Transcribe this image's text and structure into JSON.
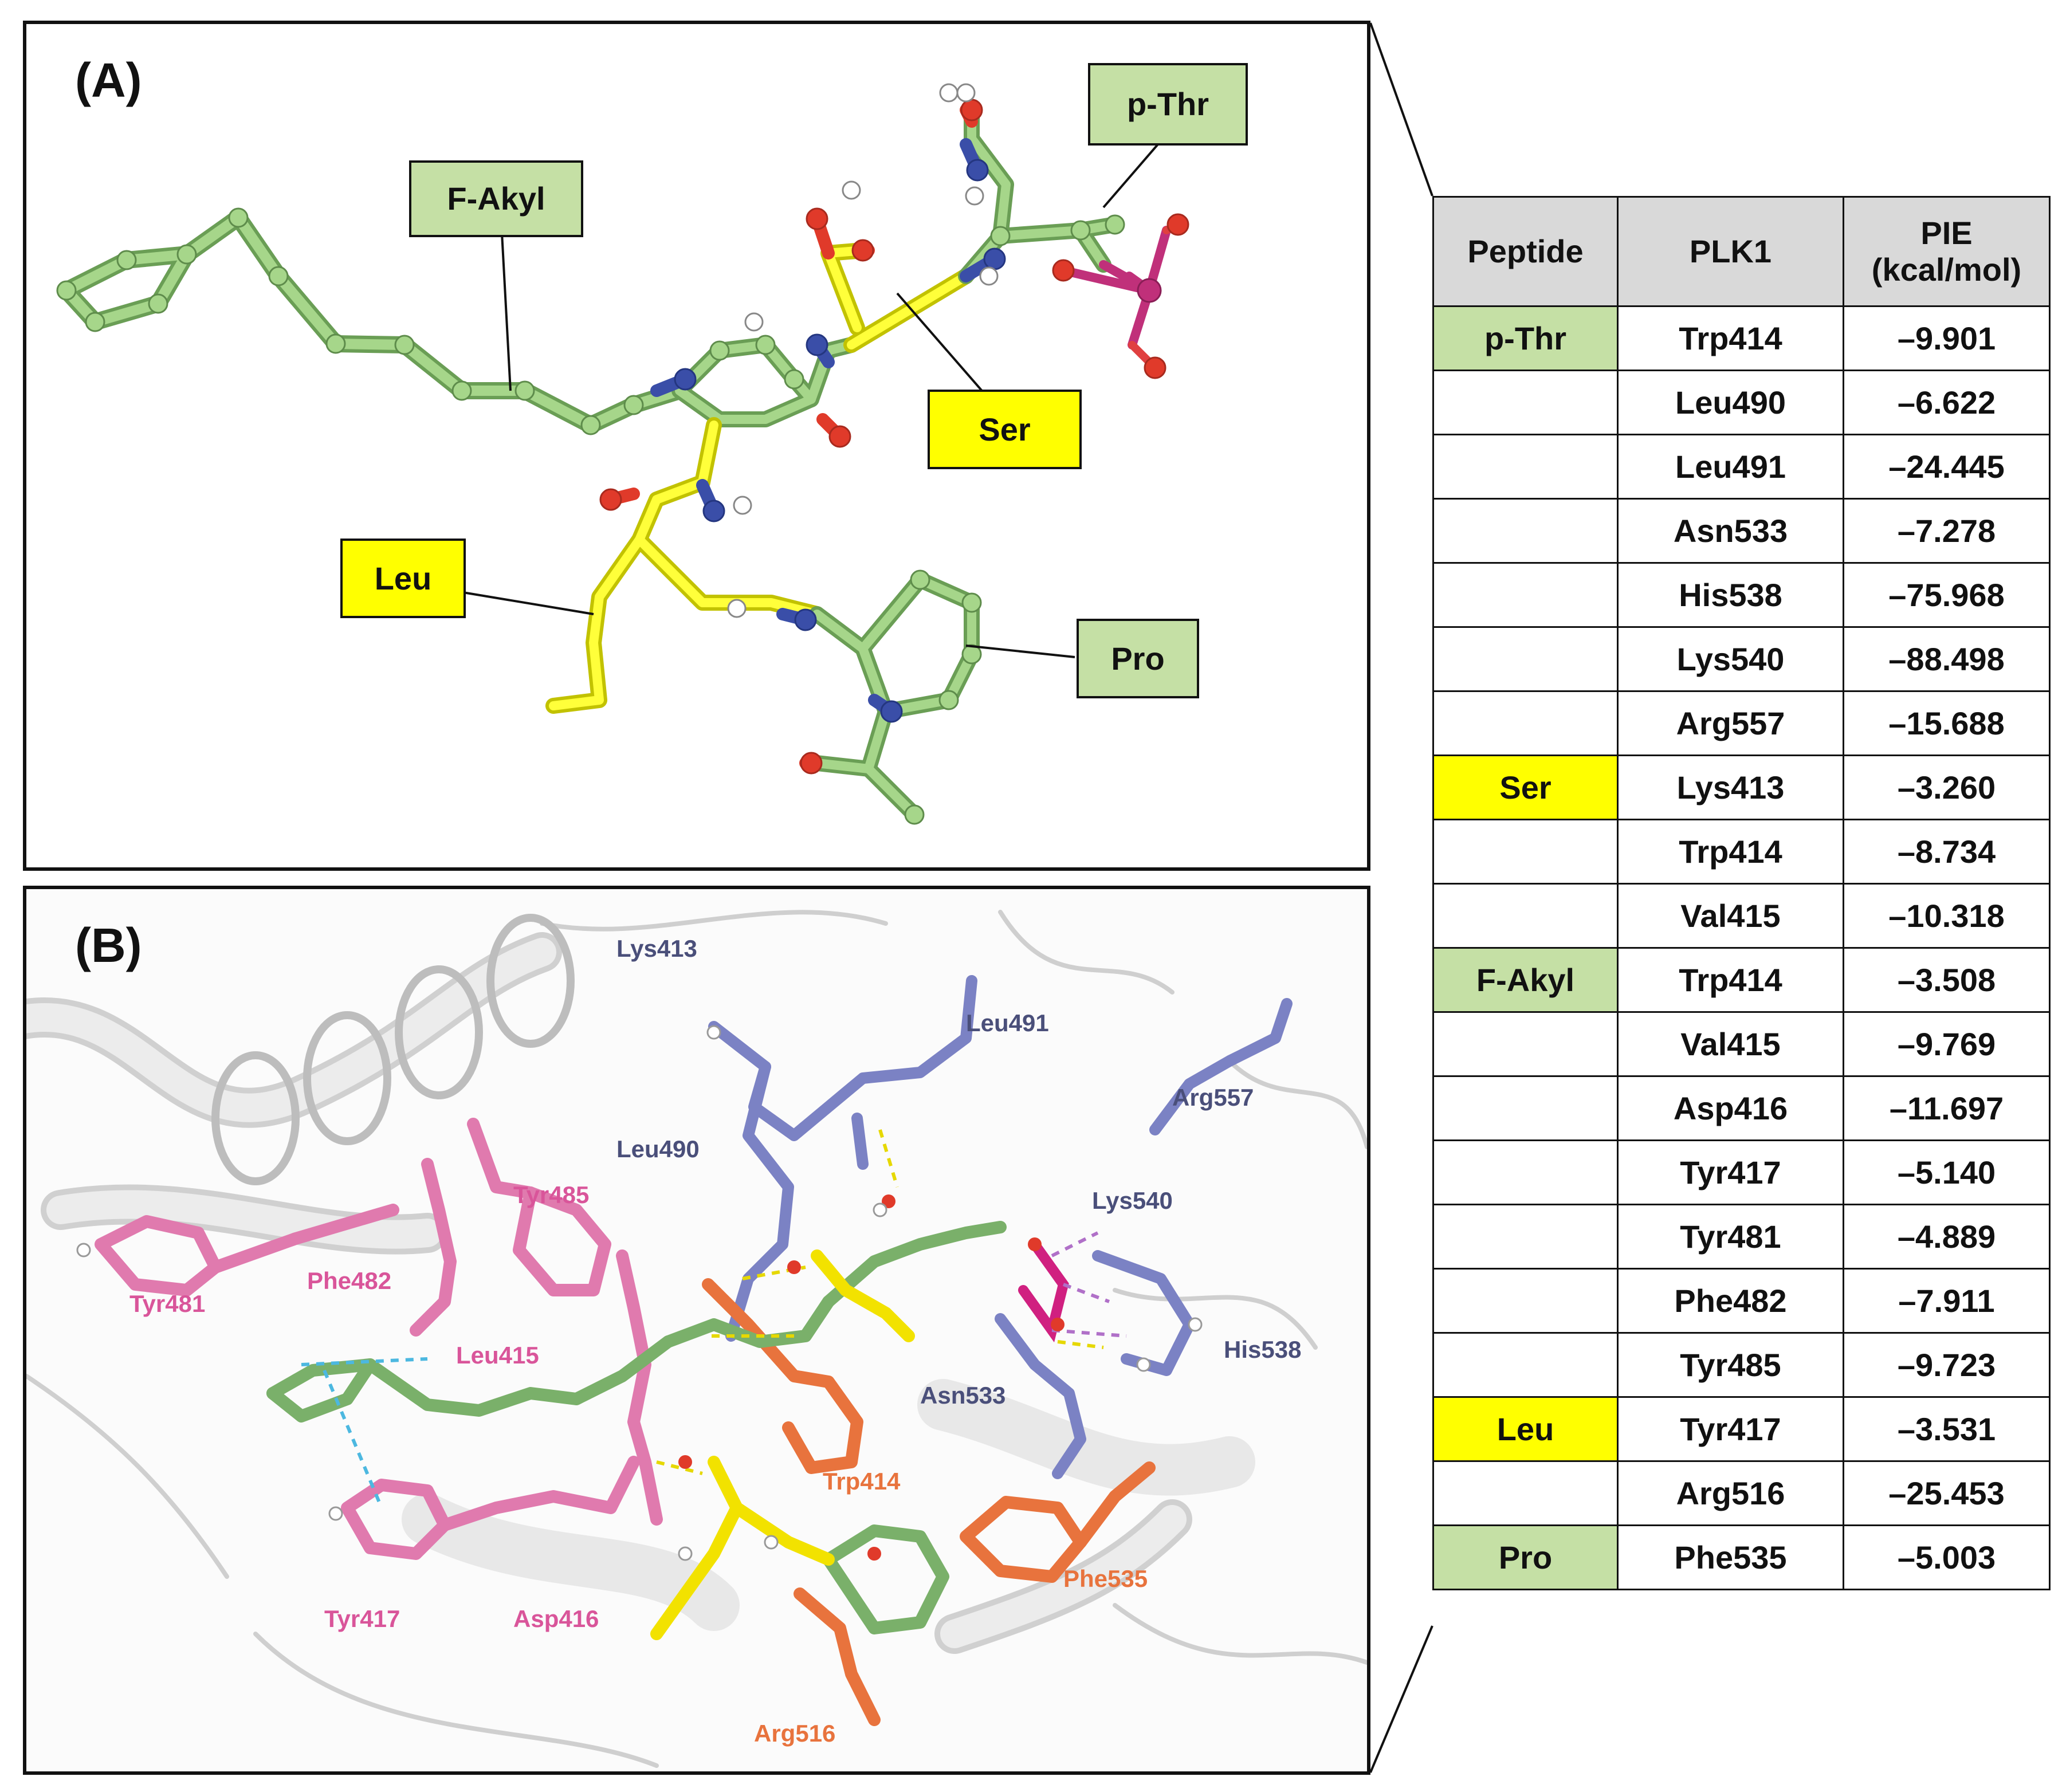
{
  "panel_a": {
    "label": "(A)",
    "residue_labels": {
      "p_thr": "p-Thr",
      "f_akyl": "F-Akyl",
      "ser": "Ser",
      "leu": "Leu",
      "pro": "Pro"
    }
  },
  "panel_b": {
    "label": "(B)",
    "residue_labels": [
      {
        "text": "Lys413",
        "color": "#4a4f7a"
      },
      {
        "text": "Leu491",
        "color": "#4a4f7a"
      },
      {
        "text": "Arg557",
        "color": "#4a4f7a"
      },
      {
        "text": "Leu490",
        "color": "#4a4f7a"
      },
      {
        "text": "Lys540",
        "color": "#4a4f7a"
      },
      {
        "text": "His538",
        "color": "#4a4f7a"
      },
      {
        "text": "Asn533",
        "color": "#4a4f7a"
      },
      {
        "text": "Tyr485",
        "color": "#d9559a"
      },
      {
        "text": "Tyr481",
        "color": "#d9559a"
      },
      {
        "text": "Phe482",
        "color": "#d9559a"
      },
      {
        "text": "Leu415",
        "color": "#d9559a"
      },
      {
        "text": "Tyr417",
        "color": "#d9559a"
      },
      {
        "text": "Asp416",
        "color": "#d9559a"
      },
      {
        "text": "Trp414",
        "color": "#e8733d"
      },
      {
        "text": "Phe535",
        "color": "#e8733d"
      },
      {
        "text": "Arg516",
        "color": "#e8733d"
      }
    ]
  },
  "table": {
    "headers": [
      "Peptide",
      "PLK1",
      "PIE\n(kcal/mol)"
    ],
    "colors": {
      "green": "#c5e0a5",
      "yellow": "#ffff00"
    },
    "rows": [
      {
        "peptide": "p-Thr",
        "plk1": "Trp414",
        "pie": "–9.901"
      },
      {
        "peptide": "",
        "plk1": "Leu490",
        "pie": "–6.622"
      },
      {
        "peptide": "",
        "plk1": "Leu491",
        "pie": "–24.445"
      },
      {
        "peptide": "",
        "plk1": "Asn533",
        "pie": "–7.278"
      },
      {
        "peptide": "",
        "plk1": "His538",
        "pie": "–75.968"
      },
      {
        "peptide": "",
        "plk1": "Lys540",
        "pie": "–88.498"
      },
      {
        "peptide": "",
        "plk1": "Arg557",
        "pie": "–15.688"
      },
      {
        "peptide": "Ser",
        "plk1": "Lys413",
        "pie": "–3.260"
      },
      {
        "peptide": "",
        "plk1": "Trp414",
        "pie": "–8.734"
      },
      {
        "peptide": "",
        "plk1": "Val415",
        "pie": "–10.318"
      },
      {
        "peptide": "F-Akyl",
        "plk1": "Trp414",
        "pie": "–3.508"
      },
      {
        "peptide": "",
        "plk1": "Val415",
        "pie": "–9.769"
      },
      {
        "peptide": "",
        "plk1": "Asp416",
        "pie": "–11.697"
      },
      {
        "peptide": "",
        "plk1": "Tyr417",
        "pie": "–5.140"
      },
      {
        "peptide": "",
        "plk1": "Tyr481",
        "pie": "–4.889"
      },
      {
        "peptide": "",
        "plk1": "Phe482",
        "pie": "–7.911"
      },
      {
        "peptide": "",
        "plk1": "Tyr485",
        "pie": "–9.723"
      },
      {
        "peptide": "Leu",
        "plk1": "Tyr417",
        "pie": "–3.531"
      },
      {
        "peptide": "",
        "plk1": "Arg516",
        "pie": "–25.453"
      },
      {
        "peptide": "Pro",
        "plk1": "Phe535",
        "pie": "–5.003"
      }
    ]
  }
}
